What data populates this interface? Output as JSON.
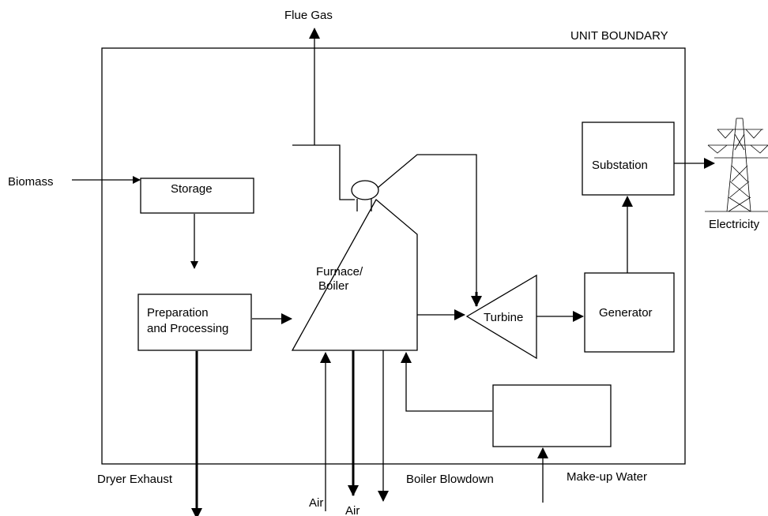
{
  "unit_boundary_label": "UNIT BOUNDARY",
  "blocks": {
    "storage": "Storage",
    "preparation_line1": "Preparation",
    "preparation_line2": "and Processing",
    "furnace_line1": "Furnace/",
    "furnace_line2": "Boiler",
    "turbine": "Turbine",
    "generator": "Generator",
    "substation": "Substation"
  },
  "flows": {
    "flue_gas": "Flue Gas",
    "biomass": "Biomass",
    "electricity": "Electricity",
    "dryer_exhaust": "Dryer Exhaust",
    "air_1": "Air",
    "air_2": "Air",
    "boiler_blowdown": "Boiler Blowdown",
    "makeup_water": "Make-up Water"
  },
  "icons": {
    "transmission_tower": "transmission-tower-icon",
    "steam_drum": "steam-drum-icon"
  }
}
